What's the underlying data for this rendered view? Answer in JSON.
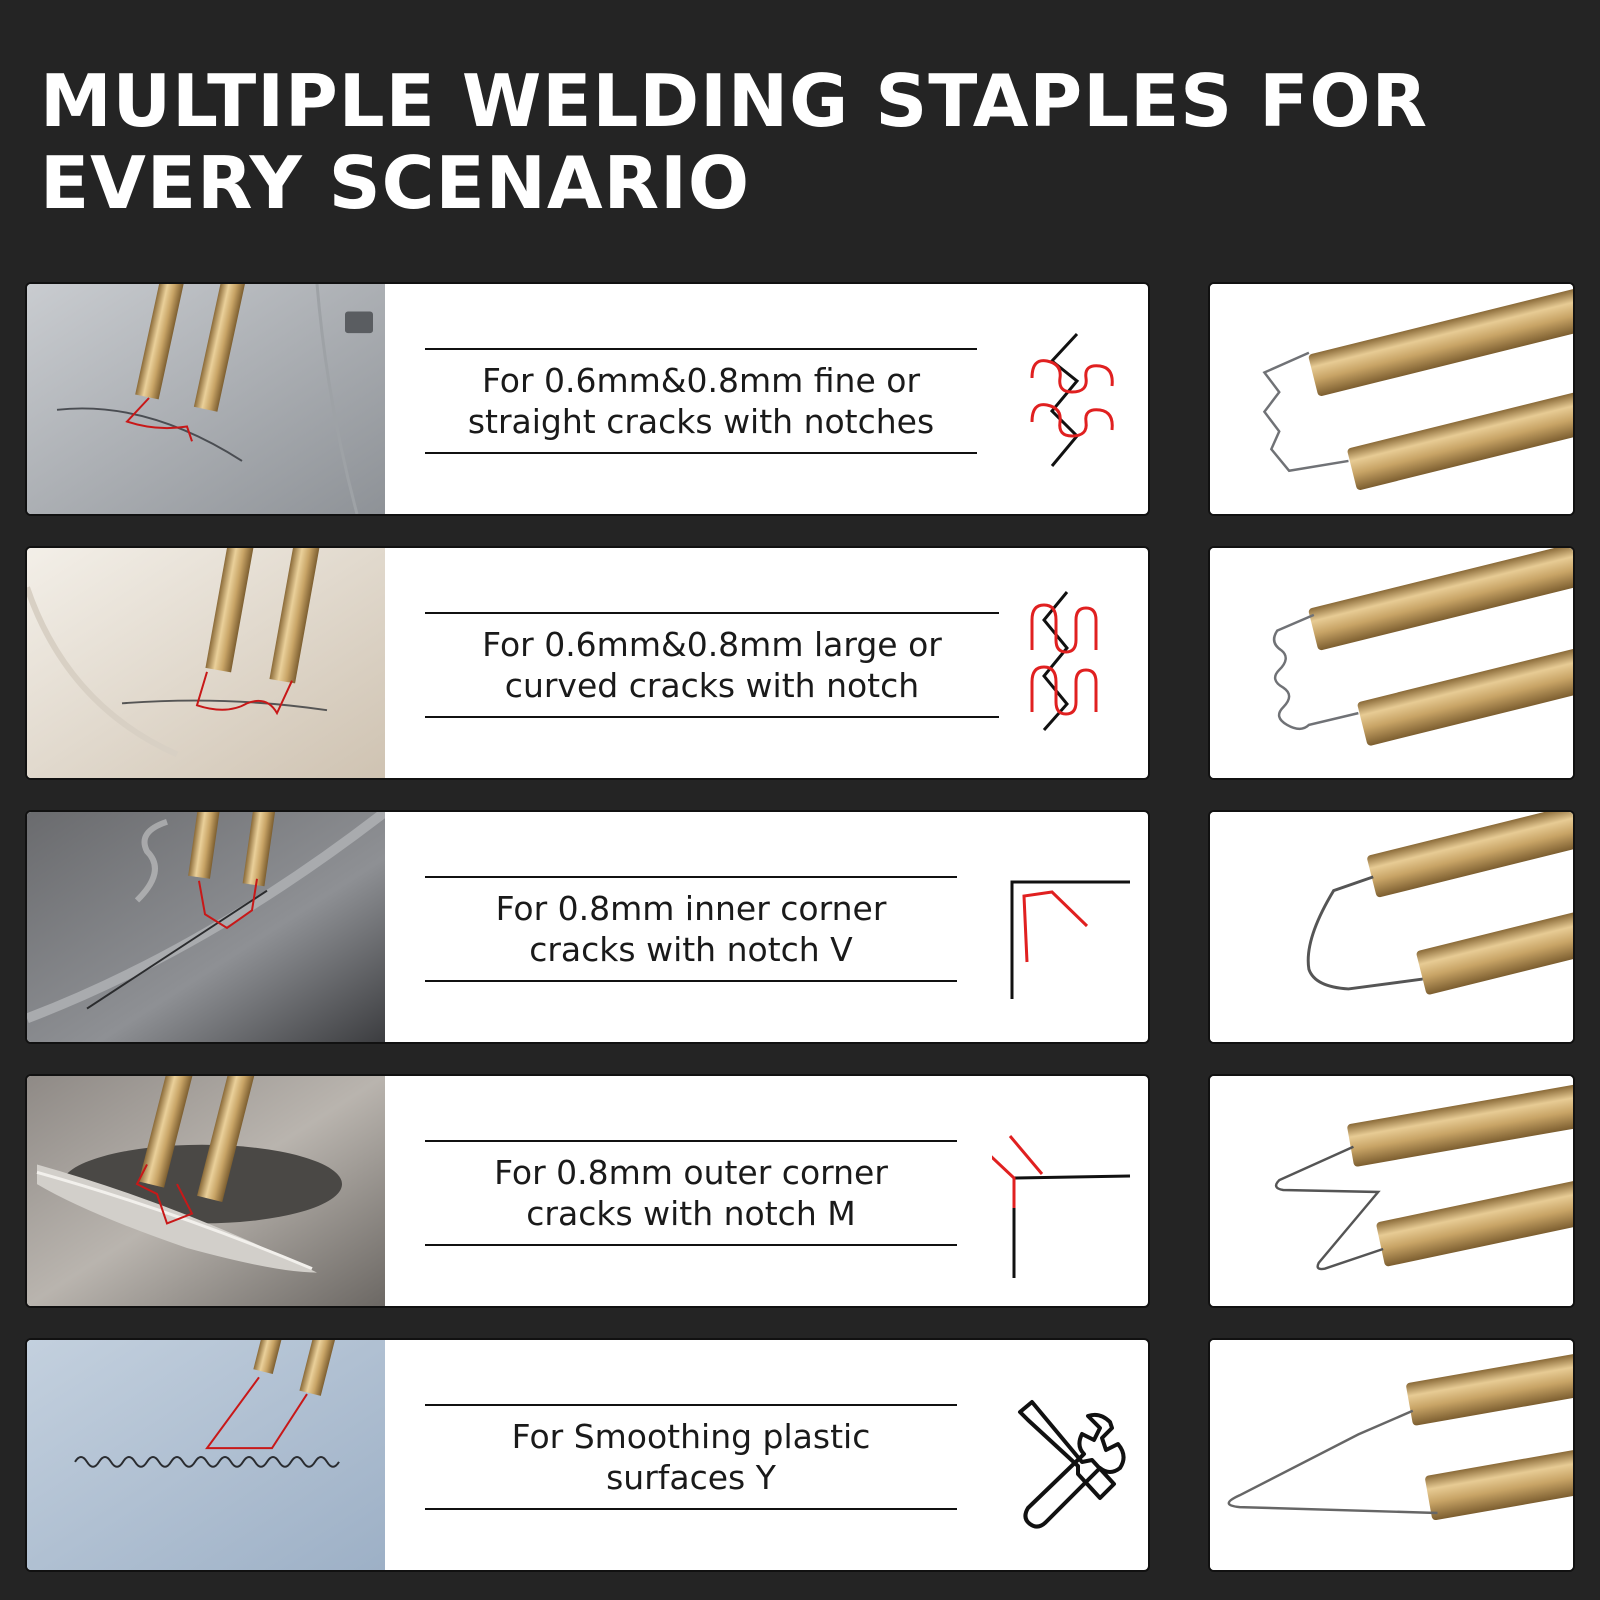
{
  "title": "MULTIPLE WELDING STAPLES FOR EVERY SCENARIO",
  "colors": {
    "background": "#242424",
    "card": "#ffffff",
    "brass": "#c9a76a",
    "accent_red": "#e02020"
  },
  "rows": [
    {
      "text": "For 0.6mm&0.8mm fine or\nstraight cracks with notches",
      "symbol_icon": "wave-staple-icon",
      "photo": "car-door-crack-photo",
      "tool": "flat-wave-staple-tool"
    },
    {
      "text": "For 0.6mm&0.8mm large or\ncurved cracks with notch",
      "symbol_icon": "curved-wave-staple-icon",
      "photo": "bumper-curved-crack-photo",
      "tool": "curved-wave-staple-tool"
    },
    {
      "text": "For 0.8mm inner corner\ncracks with notch  V",
      "symbol_icon": "inner-corner-v-icon",
      "photo": "inner-corner-crack-photo",
      "tool": "v-staple-tool"
    },
    {
      "text": "For 0.8mm outer corner\ncracks with notch M",
      "symbol_icon": "outer-corner-m-icon",
      "photo": "door-handle-crack-photo",
      "tool": "m-staple-tool"
    },
    {
      "text": "For Smoothing plastic\nsurfaces  Y",
      "symbol_icon": "wrench-screwdriver-icon",
      "photo": "smoothing-surface-photo",
      "tool": "y-staple-tool"
    }
  ]
}
